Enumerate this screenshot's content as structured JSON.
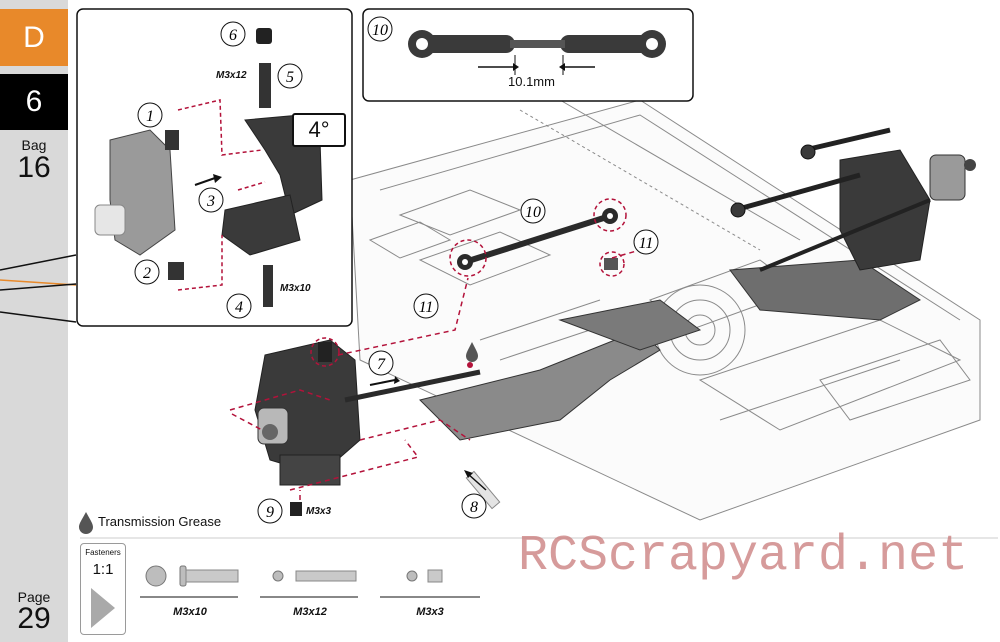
{
  "sidebar": {
    "section_letter": "D",
    "step_number": "6",
    "bag_label": "Bag",
    "bag_number": "16",
    "page_label": "Page",
    "page_number": "29"
  },
  "callouts": [
    "1",
    "2",
    "3",
    "4",
    "5",
    "6",
    "7",
    "8",
    "9",
    "10",
    "11"
  ],
  "fastener_labels": {
    "m3x12_inset": "M3x12",
    "m3x10_inset": "M3x10",
    "m3x3_main": "M3x3"
  },
  "angle_label": "4°",
  "turnbuckle_length": "10.1mm",
  "grease_note": "Transmission Grease",
  "fasteners_panel": {
    "title": "Fasteners",
    "scale": "1:1",
    "items": [
      "M3x10",
      "M3x12",
      "M3x3"
    ]
  },
  "watermark": "RCScrapyard.net",
  "colors": {
    "section_orange": "#e8892a",
    "sidebar_grey": "#d9d9d9",
    "callout_red": "#b3123a",
    "part_dark": "#3a3a3a"
  }
}
